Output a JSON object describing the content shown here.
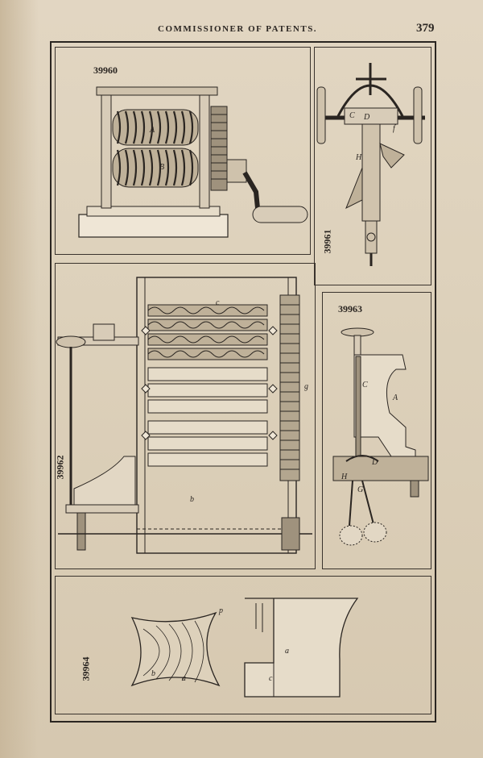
{
  "header": {
    "title": "COMMISSIONER OF PATENTS.",
    "page_number": "379"
  },
  "figures": {
    "f39960": {
      "number": "39960",
      "letters": {
        "a": "A",
        "b": "B"
      }
    },
    "f39961": {
      "number": "39961",
      "letters": {
        "c": "C",
        "d": "D",
        "f": "f",
        "h": "H"
      }
    },
    "f39962": {
      "number": "39962",
      "letters": {
        "c": "c",
        "g": "g",
        "b": "b"
      }
    },
    "f39963": {
      "number": "39963",
      "letters": {
        "a": "A",
        "c": "C",
        "d": "D",
        "h": "H",
        "g": "G"
      }
    },
    "f39964": {
      "number": "39964",
      "letters": {
        "p": "p",
        "a": "a",
        "b": "b",
        "c": "c"
      }
    }
  }
}
